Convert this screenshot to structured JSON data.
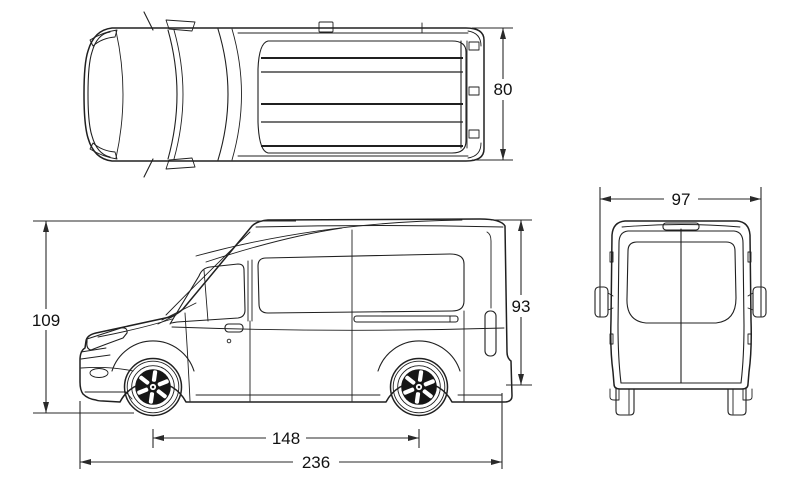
{
  "drawing": {
    "background": "#ffffff",
    "line_color": "#202020",
    "wheel_fill": "#161616",
    "dimensions": {
      "body_width": "80",
      "overall_height": "109",
      "rear_body_height": "93",
      "width_with_mirrors": "97",
      "wheelbase": "148",
      "overall_length": "236"
    }
  }
}
